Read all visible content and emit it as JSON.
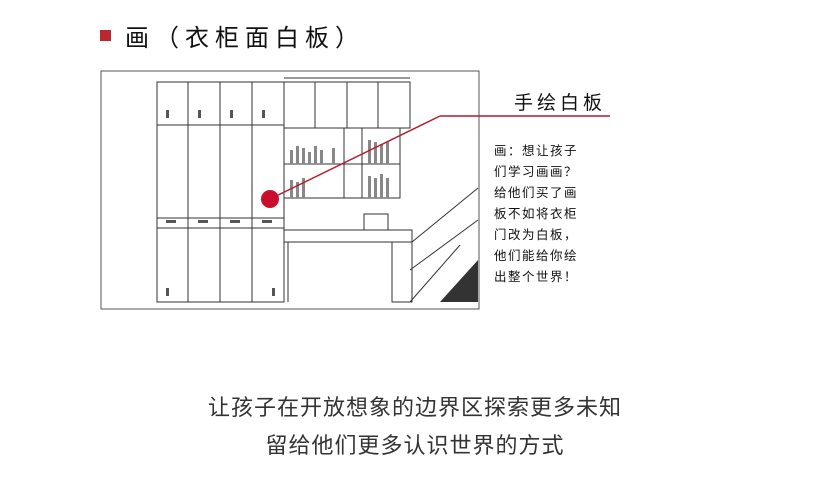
{
  "heading": {
    "title": "画（衣柜面白板）",
    "marker_color": "#b8282e"
  },
  "callout": {
    "label": "手绘白板",
    "note_lines": [
      "画：想让孩子",
      "们学习画画？",
      "给他们买了画",
      "板不如将衣柜",
      "门改为白板，",
      "他们能给你绘",
      "出整个世界！"
    ],
    "line_color": "#b01e2e",
    "dot_color": "#c8102e"
  },
  "caption": {
    "line1": "让孩子在开放想象的边界区探索更多未知",
    "line2": "留给他们更多认识世界的方式"
  }
}
